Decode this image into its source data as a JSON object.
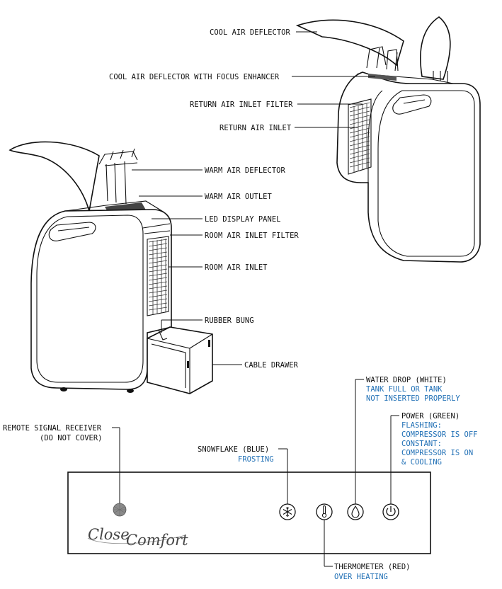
{
  "labels": {
    "cool_air_deflector": "COOL AIR DEFLECTOR",
    "cool_air_deflector_focus": "COOL AIR DEFLECTOR WITH FOCUS ENHANCER",
    "return_air_inlet_filter": "RETURN AIR INLET FILTER",
    "return_air_inlet": "RETURN AIR INLET",
    "warm_air_deflector": "WARM AIR DEFLECTOR",
    "warm_air_outlet": "WARM AIR OUTLET",
    "led_display_panel": "LED DISPLAY PANEL",
    "room_air_inlet_filter": "ROOM AIR INLET FILTER",
    "room_air_inlet": "ROOM AIR INLET",
    "rubber_bung": "RUBBER BUNG",
    "cable_drawer": "CABLE DRAWER"
  },
  "panel": {
    "remote_signal_receiver": "REMOTE SIGNAL RECEIVER",
    "remote_signal_receiver_note": "(DO NOT COVER)",
    "snowflake": "SNOWFLAKE (BLUE)",
    "snowflake_note": "FROSTING",
    "thermometer": "THERMOMETER (RED)",
    "thermometer_note": "OVER HEATING",
    "water_drop": "WATER DROP (WHITE)",
    "water_drop_note_1": "TANK FULL OR TANK",
    "water_drop_note_2": "NOT INSERTED PROPERLY",
    "power": "POWER (GREEN)",
    "power_note_1": "FLASHING:",
    "power_note_2": "COMPRESSOR IS OFF",
    "power_note_3": "CONSTANT:",
    "power_note_4": "COMPRESSOR IS ON",
    "power_note_5": "& COOLING",
    "brand_logo": "CloseComfort"
  },
  "icons": {
    "snowflake": "snowflake-icon",
    "thermometer": "thermometer-icon",
    "water_drop": "water-drop-icon",
    "power": "power-icon",
    "receiver": "remote-receiver-icon"
  },
  "colors": {
    "note_text": "#1f6fb5",
    "line_art": "#111111"
  }
}
